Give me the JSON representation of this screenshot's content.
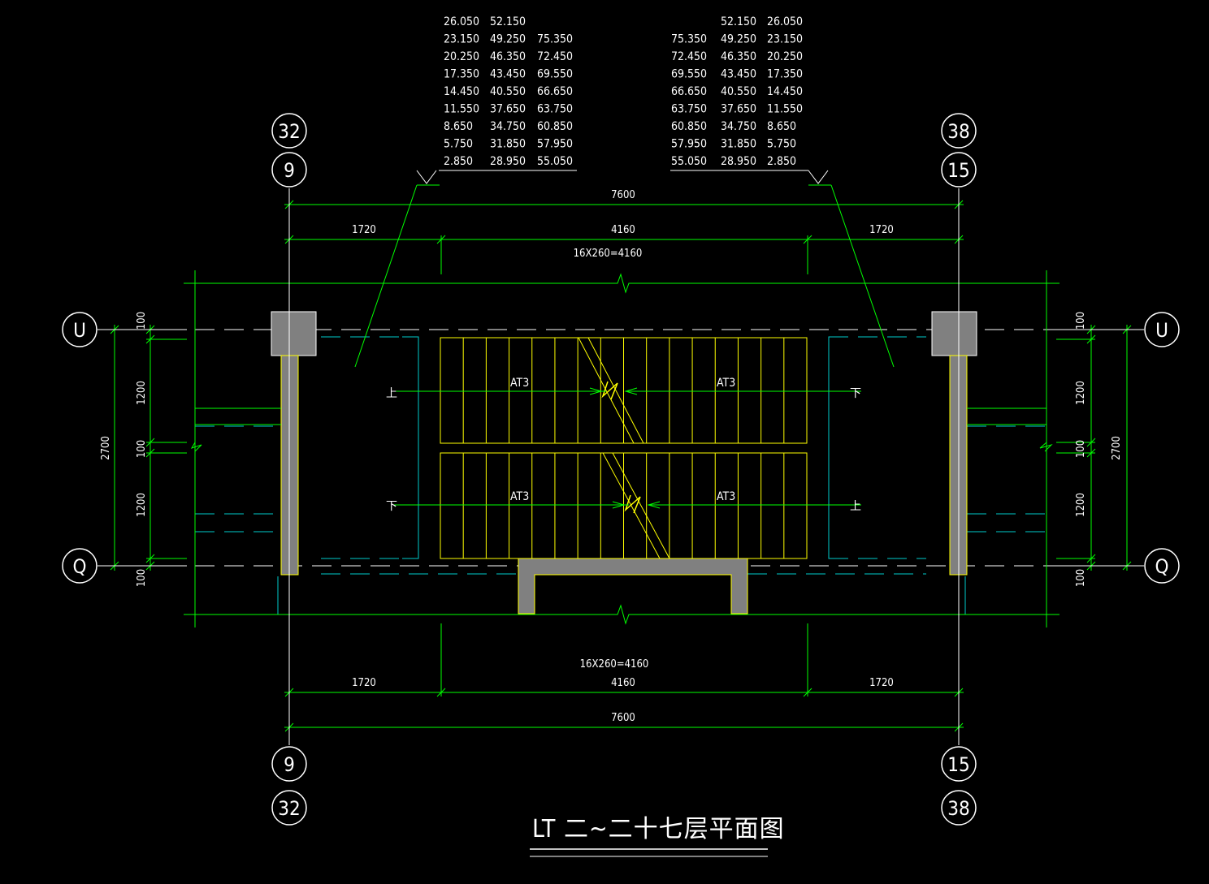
{
  "drawing": {
    "title": "LT 二~二十七层平面图",
    "colors": {
      "background": "#000000",
      "dimension": "#00ff00",
      "stair": "#ffff00",
      "hidden": "#00cccc",
      "wall_fill": "#808080",
      "text": "#ffffff"
    }
  },
  "elevations": {
    "left": {
      "col1": [
        "26.050",
        "23.150",
        "20.250",
        "17.350",
        "14.450",
        "11.550",
        "8.650",
        "5.750",
        "2.850"
      ],
      "col2": [
        "52.150",
        "49.250",
        "46.350",
        "43.450",
        "40.550",
        "37.650",
        "34.750",
        "31.850",
        "28.950"
      ],
      "col3": [
        "75.350",
        "72.450",
        "69.550",
        "66.650",
        "63.750",
        "60.850",
        "57.950",
        "55.050"
      ]
    },
    "right": {
      "col1": [
        "75.350",
        "72.450",
        "69.550",
        "66.650",
        "63.750",
        "60.850",
        "57.950",
        "55.050"
      ],
      "col2": [
        "52.150",
        "49.250",
        "46.350",
        "43.450",
        "40.550",
        "37.650",
        "34.750",
        "31.850",
        "28.950"
      ],
      "col3": [
        "26.050",
        "23.150",
        "20.250",
        "17.350",
        "14.450",
        "11.550",
        "8.650",
        "5.750",
        "2.850"
      ]
    }
  },
  "axes": {
    "left_top": "32",
    "left_mid": "9",
    "right_top": "38",
    "right_mid": "15",
    "left_bot_1": "9",
    "left_bot_2": "32",
    "right_bot_1": "15",
    "right_bot_2": "38",
    "row_u_left": "U",
    "row_q_left": "Q",
    "row_u_right": "U",
    "row_q_right": "Q"
  },
  "dimensions": {
    "top_total": "7600",
    "top_left": "1720",
    "top_mid": "4160",
    "top_right": "1720",
    "top_steps": "16X260=4160",
    "bot_steps": "16X260=4160",
    "bot_left": "1720",
    "bot_mid": "4160",
    "bot_right": "1720",
    "bot_total": "7600",
    "left_total": "2700",
    "left_d1": "100",
    "left_d2": "1200",
    "left_d3": "100",
    "left_d4": "1200",
    "left_d5": "100",
    "right_total": "2700",
    "right_d1": "100",
    "right_d2": "1200",
    "right_d3": "100",
    "right_d4": "1200",
    "right_d5": "100"
  },
  "stairs": {
    "upper_left_label": "AT3",
    "upper_right_label": "AT3",
    "lower_left_label": "AT3",
    "lower_right_label": "AT3",
    "upper_left_dir": "上",
    "upper_right_dir": "下",
    "lower_left_dir": "下",
    "lower_right_dir": "上"
  }
}
